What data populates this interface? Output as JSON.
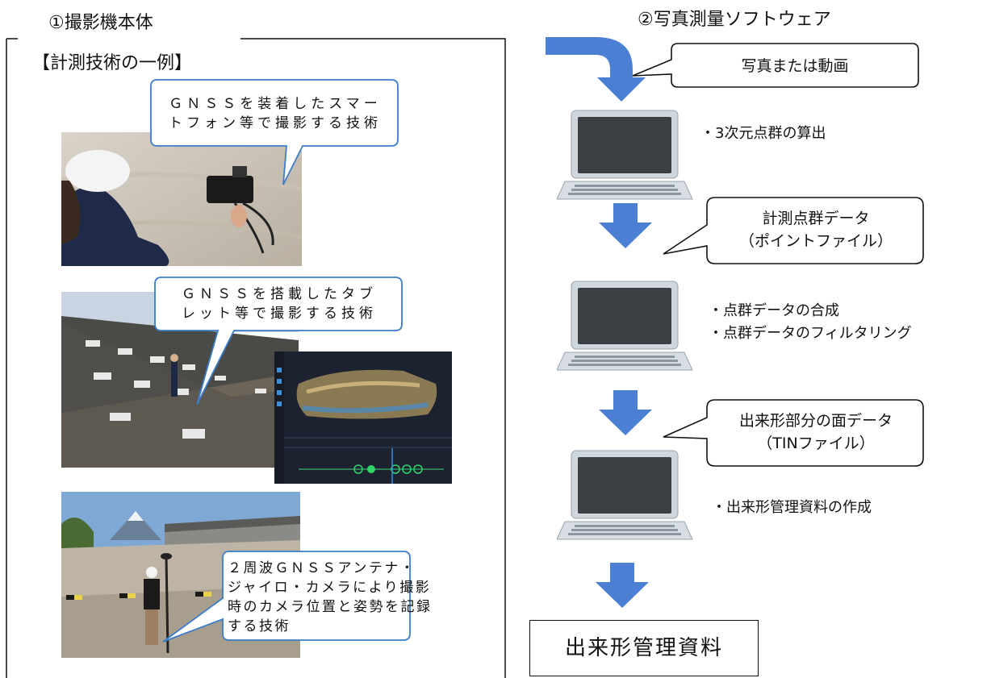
{
  "left_panel": {
    "title": "①撮影機本体",
    "subtitle": "【計測技術の一例】",
    "items": [
      {
        "description_line1": "ＧＮＳＳを装着したスマー",
        "description_line2": "トフォン等で撮影する技術"
      },
      {
        "description_line1": "ＧＮＳＳを搭載したタブ",
        "description_line2": "レット等で撮影する技術"
      },
      {
        "description_line1": "２周波ＧＮＳＳアンテナ・",
        "description_line2": "ジャイロ・カメラにより撮影",
        "description_line3": "時のカメラ位置と姿勢を記録",
        "description_line4": "する技術"
      }
    ]
  },
  "right_panel": {
    "title": "②写真測量ソフトウェア",
    "input_label": "写真または動画",
    "steps": [
      {
        "lines": [
          "・3次元点群の算出"
        ]
      },
      {
        "lines": [
          "・点群データの合成",
          "・点群データのフィルタリング"
        ]
      },
      {
        "lines": [
          "・出来形管理資料の作成"
        ]
      }
    ],
    "outputs": [
      {
        "line1": "計測点群データ",
        "line2": "（ポイントファイル）"
      },
      {
        "line1": "出来形部分の面データ",
        "line2": "（TINファイル）"
      }
    ],
    "final_output": "出来形管理資料"
  },
  "colors": {
    "arrow_blue": "#4a7fd4",
    "callout_border": "#3b7dc8",
    "laptop_body": "#cfd6dc",
    "laptop_screen": "#3c3f44"
  }
}
